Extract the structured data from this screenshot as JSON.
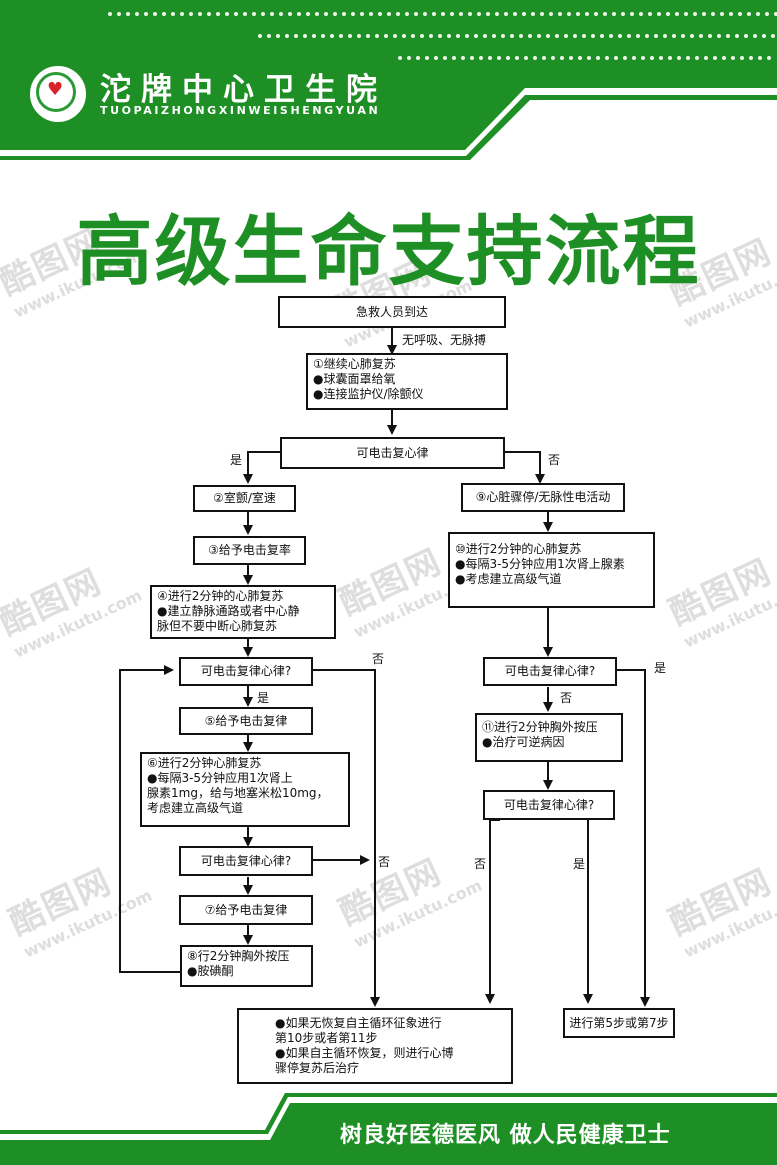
{
  "header": {
    "hospital_name": "沱牌中心卫生院",
    "hospital_pinyin": "TUOPAIZHONGXINWEISHENGYUAN",
    "logo_icon": "red-cross-heart-logo"
  },
  "title": "高级生命支持流程",
  "flow": {
    "n1": "急救人员到达",
    "e1": "无呼吸、无脉搏",
    "n2": [
      "①继续心肺复苏",
      "●球囊面罩给氧",
      "●连接监护仪/除颤仪"
    ],
    "n3": "可电击复心律",
    "yes1": "是",
    "no1": "否",
    "n4": "②室颤/室速",
    "n5": "③给予电击复率",
    "n6": [
      "④进行2分钟的心肺复苏",
      " ●建立静脉通路或者中心静",
      "脉但不要中断心肺复苏"
    ],
    "n7": "可电击复律心律?",
    "no2": "否",
    "yes2": "是",
    "n8": "⑤给予电击复律",
    "n9": [
      "⑥进行2分钟心肺复苏",
      "●每隔3-5分钟应用1次肾上",
      "腺素1mg，给与地塞米松10mg，",
      "考虑建立高级气道"
    ],
    "n10": "可电击复律心律?",
    "no3": "否",
    "n11": "⑦给予电击复律",
    "n12": [
      "⑧行2分钟胸外按压",
      "●胺碘酮"
    ],
    "n13": "⑨心脏骤停/无脉性电活动",
    "n14": [
      "⑩进行2分钟的心肺复苏",
      "●每隔3-5分钟应用1次肾上腺素",
      "●考虑建立高级气道"
    ],
    "n15": "可电击复律心律?",
    "yes3": "是",
    "no4": "否",
    "n16": [
      "⑪进行2分钟胸外按压",
      "●治疗可逆病因"
    ],
    "n17": "可电击复律心律?",
    "no5": "否",
    "yes4": "是",
    "n18": [
      "●如果无恢复自主循环征象进行",
      "第10步或者第11步",
      "●如果自主循环恢复，则进行心博",
      "骤停复苏后治疗"
    ],
    "n19": "进行第5步或第7步"
  },
  "footer": {
    "slogan": "树良好医德医风  做人民健康卫士"
  },
  "watermark": {
    "brand": "酷图网",
    "url": "www.ikutu.com"
  },
  "colors": {
    "primary_green": "#1e8f24",
    "dark_green": "#157a1b",
    "logo_red": "#d9232a"
  }
}
